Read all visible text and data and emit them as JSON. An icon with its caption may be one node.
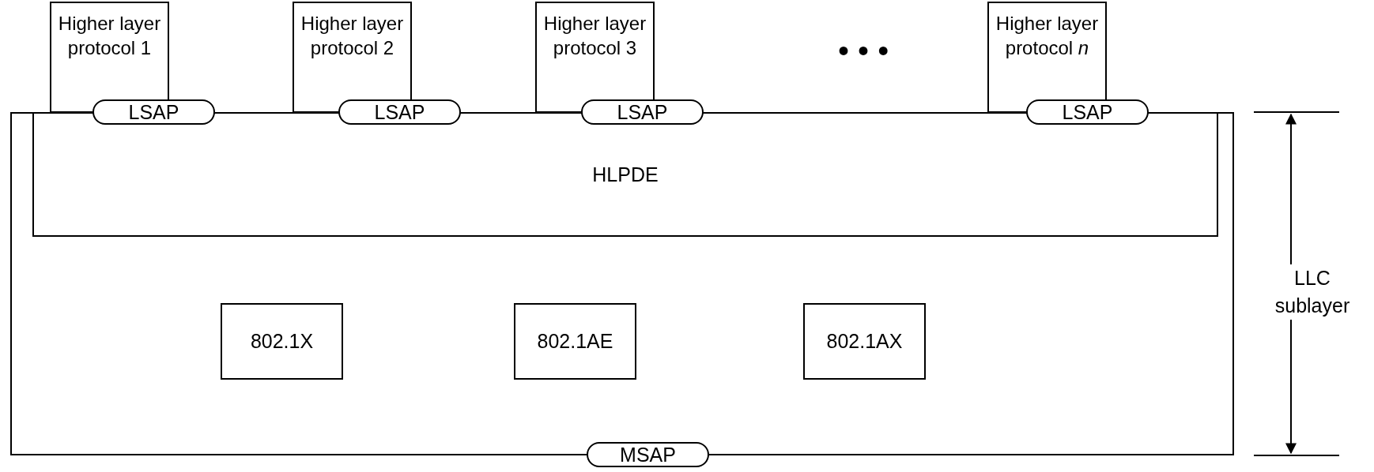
{
  "diagram": {
    "nodes": [
      {
        "text": [],
        "shape": "box"
      },
      {
        "text": [
          "HLPDE"
        ],
        "in": 0
      },
      {
        "text": [
          "802.1X"
        ],
        "in": 0
      },
      {
        "text": [
          "802.1AE"
        ],
        "in": 0
      },
      {
        "text": [
          "802.1AX"
        ],
        "in": 0
      },
      {
        "text": [
          "Higher layer protocol 1"
        ]
      },
      {
        "text": [
          "Higher layer protocol 2"
        ]
      },
      {
        "text": [
          "Higher layer protocol 3"
        ]
      },
      {
        "text": [
          "Higher layer protocol *n*"
        ]
      },
      {
        "text": [
          "LSAP"
        ]
      },
      {
        "text": [
          "LSAP"
        ]
      },
      {
        "text": [
          "LSAP"
        ]
      },
      {
        "text": [
          "LSAP"
        ]
      },
      {
        "text": [
          "MSAP"
        ]
      }
    ],
    "edges": [],
    "labels": [
      "• • •",
      "LLC sublayer"
    ]
  }
}
